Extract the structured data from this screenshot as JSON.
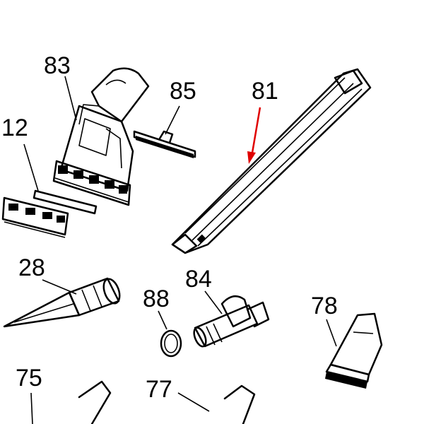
{
  "labels": {
    "p83": "83",
    "p85": "85",
    "p81": "81",
    "p12": "12",
    "p28": "28",
    "p84": "84",
    "p88": "88",
    "p78": "78",
    "p75": "75",
    "p77": "77"
  },
  "colors": {
    "ink": "#000000",
    "pointer_arrow": "#e00000",
    "background": "#ffffff"
  }
}
